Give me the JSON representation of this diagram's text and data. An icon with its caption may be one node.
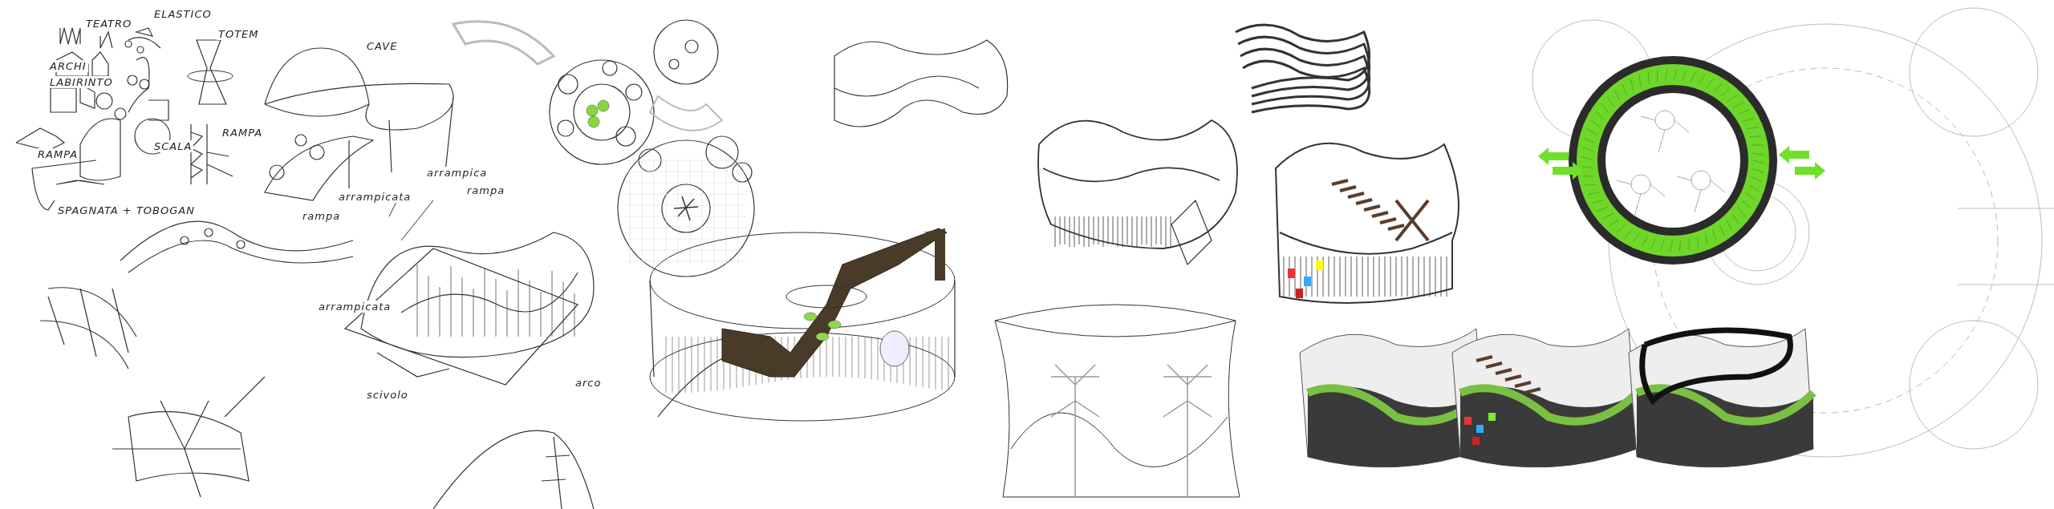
{
  "diagram": {
    "labels": [
      "ARCHI",
      "TEATRO",
      "ELASTICO",
      "TOTEM",
      "LABIRINTO",
      "RAMPA",
      "SCALA",
      "RAMPA",
      "SPAGNATA + TOBOGAN",
      "CAVE",
      "rampa",
      "arrampica",
      "rampa",
      "arrampicata",
      "arrampicata",
      "scivolo",
      "arco"
    ]
  }
}
